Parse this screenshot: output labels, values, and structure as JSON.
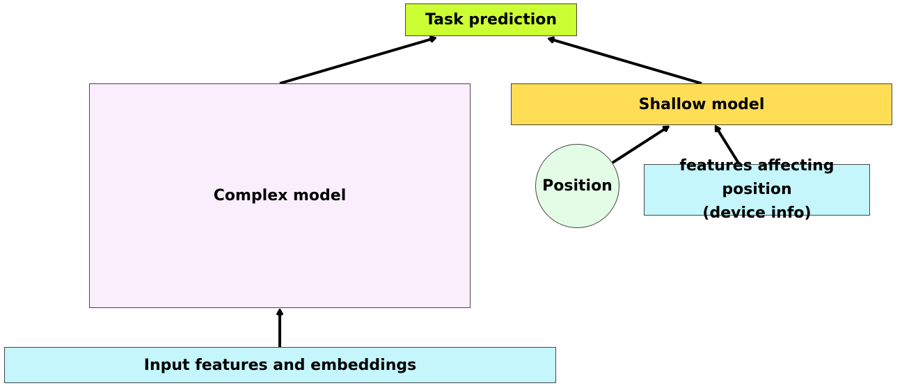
{
  "nodes": {
    "task_prediction": {
      "label": "Task prediction",
      "color": "#ccff33"
    },
    "complex_model": {
      "label": "Complex model",
      "color": "#faeefd"
    },
    "shallow_model": {
      "label": "Shallow model",
      "color": "#ffdd55"
    },
    "position": {
      "label": "Position",
      "color": "#e3fce6"
    },
    "position_features": {
      "line1": "features affecting position",
      "line2": "(device info)",
      "color": "#c4f6fb"
    },
    "input_features": {
      "label": "Input features and embeddings",
      "color": "#c4f6fb"
    }
  },
  "edges": [
    {
      "from": "input_features",
      "to": "complex_model"
    },
    {
      "from": "complex_model",
      "to": "task_prediction"
    },
    {
      "from": "shallow_model",
      "to": "task_prediction"
    },
    {
      "from": "position",
      "to": "shallow_model"
    },
    {
      "from": "position_features",
      "to": "shallow_model"
    }
  ]
}
